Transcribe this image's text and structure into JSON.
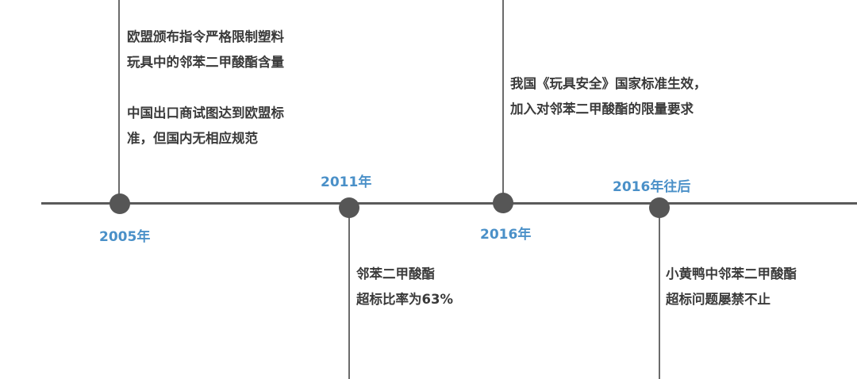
{
  "timeline": {
    "events": [
      {
        "year": "2005年",
        "lines_a": [
          "欧盟颁布指令严格限制塑料",
          "玩具中的邻苯二甲酸酯含量"
        ],
        "lines_b": [
          "中国出口商试图达到欧盟标",
          "准，但国内无相应规范"
        ]
      },
      {
        "year": "2011年",
        "lines": [
          "邻苯二甲酸酯",
          "超标比率为63%"
        ]
      },
      {
        "year": "2016年",
        "lines": [
          "我国《玩具安全》国家标准生效，",
          "加入对邻苯二甲酸酯的限量要求"
        ]
      },
      {
        "year": "2016年往后",
        "lines": [
          "小黄鸭中邻苯二甲酸酯",
          "超标问题屡禁不止"
        ]
      }
    ]
  },
  "colors": {
    "axis": "#5a5a5a",
    "dot": "#565656",
    "year_label": "#4a90c8",
    "text": "#3a3a3a"
  }
}
